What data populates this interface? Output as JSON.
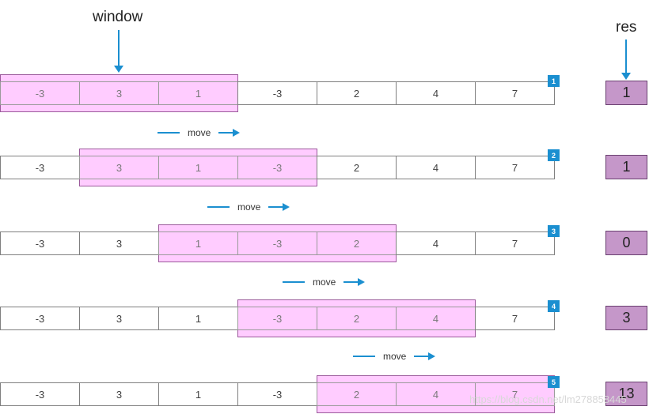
{
  "labels": {
    "window": "window",
    "res": "res",
    "move": "move"
  },
  "array": [
    "-3",
    "3",
    "1",
    "-3",
    "2",
    "4",
    "7"
  ],
  "rows": [
    {
      "step": "1",
      "window_start": 0,
      "res": "1"
    },
    {
      "step": "2",
      "window_start": 1,
      "res": "1"
    },
    {
      "step": "3",
      "window_start": 2,
      "res": "0"
    },
    {
      "step": "4",
      "window_start": 3,
      "res": "3"
    },
    {
      "step": "5",
      "window_start": 4,
      "res": "13"
    }
  ],
  "watermark": "https://blog.csdn.net/lm278858445",
  "colors": {
    "window_fill": "#ffccff",
    "res_fill": "#c597c9",
    "accent_blue": "#1b8fd0"
  }
}
